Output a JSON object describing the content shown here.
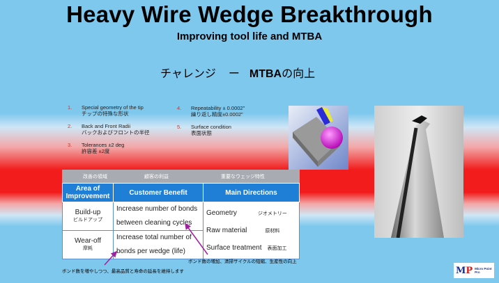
{
  "title": "Heavy Wire Wedge Breakthrough",
  "subtitle": "Improving tool life and MTBA",
  "challenge": {
    "jp": "チャレンジ",
    "sep": "ー",
    "bold": "MTBA",
    "rest": "の向上"
  },
  "list_left": [
    {
      "num": "1.",
      "en": "Special geometry of the tip",
      "jp": "チップの特殊な形状"
    },
    {
      "num": "2.",
      "en": "Back and Front Radii",
      "jp": "バックおよびフロントの半径"
    },
    {
      "num": "3.",
      "en": "Tolerances ±2 deg",
      "jp": "許容差 ±2度"
    }
  ],
  "list_right": [
    {
      "num": "4.",
      "en": "Repeatability ± 0.0002\"",
      "jp": "繰り返し精度±0.0002\""
    },
    {
      "num": "5.",
      "en": "Surface condition",
      "jp": "表面状態"
    }
  ],
  "jp_headers": [
    "改善の領域",
    "顧客の利益",
    "重要なウェッジ特性"
  ],
  "table": {
    "headers": [
      "Area of Improvement",
      "Customer Benefit",
      "Main Directions"
    ],
    "rows": [
      {
        "area": "Build-up",
        "area_jp": "ビルドアップ",
        "benefit": "Increase number of bonds between cleaning cycles"
      },
      {
        "area": "Wear-off",
        "area_jp": "摩耗",
        "benefit": "Increase total number of bonds per wedge (life)"
      }
    ],
    "directions": [
      {
        "en": "Geometry",
        "jp": "ジオメトリー"
      },
      {
        "en": "Raw material",
        "jp": "原材料"
      },
      {
        "en": "Surface treatment",
        "jp": "表面加工"
      }
    ]
  },
  "notes": {
    "note1": "ボンド数の増加、清掃サイクルの短縮、生産性の向上",
    "note2": "ボンド数を増やしつつ、最高品質と寿命の延長を維持します"
  },
  "logo": {
    "mark_m": "M",
    "mark_p": "P",
    "text": "Micro Point Pro"
  },
  "colors": {
    "header_blue": "#1f7fd6",
    "red_band": "#f21c1c",
    "sky": "#7ec8ee",
    "arrow": "#a020a0"
  },
  "icons": {
    "cube": "wedge-cube-icon",
    "photo": "wedge-tip-photo"
  }
}
